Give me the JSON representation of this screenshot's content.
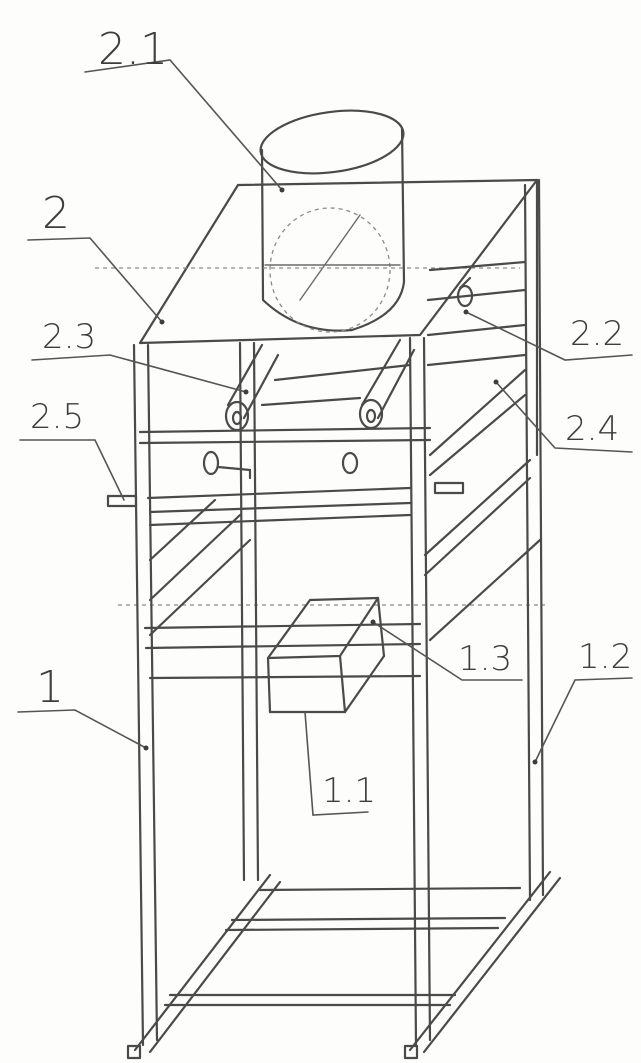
{
  "diagram": {
    "callouts": {
      "c2_1": "2.1",
      "c2": "2",
      "c2_3": "2.3",
      "c2_2": "2.2",
      "c2_5": "2.5",
      "c2_4": "2.4",
      "c1": "1",
      "c1_3": "1.3",
      "c1_2": "1.2",
      "c1_1": "1.1"
    }
  }
}
